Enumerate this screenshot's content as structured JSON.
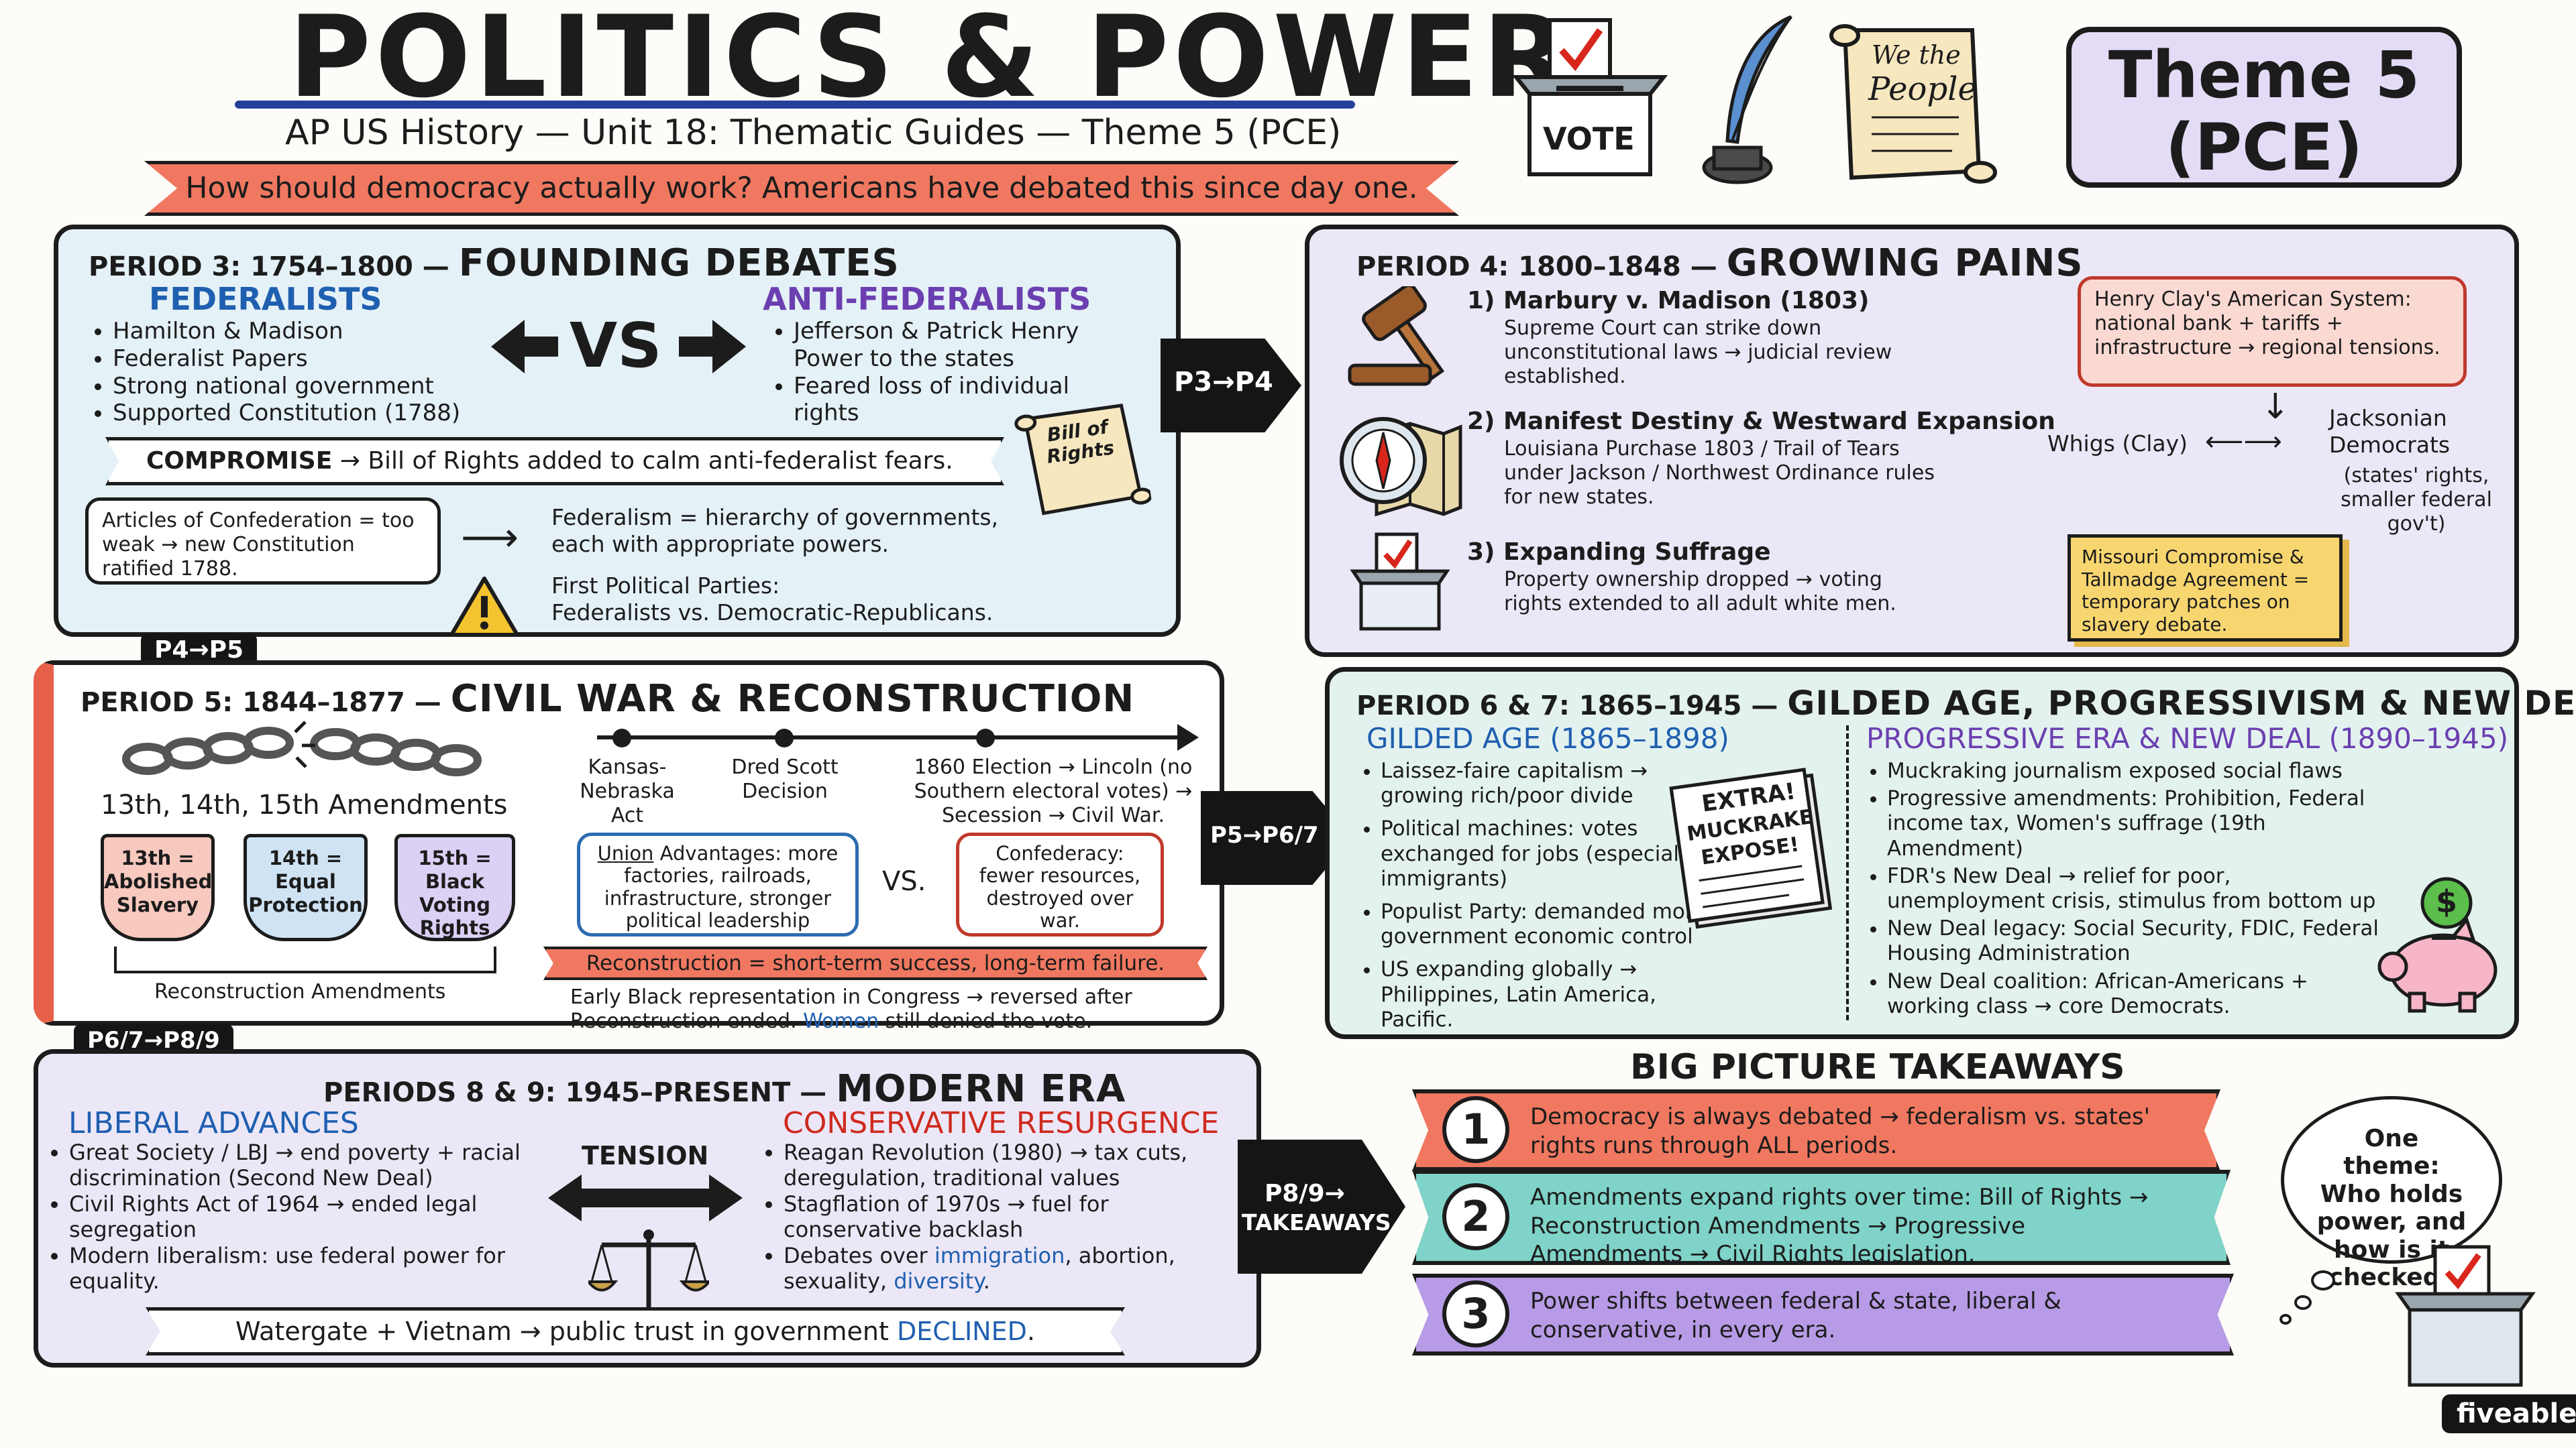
{
  "header": {
    "title": "POLITICS & POWER",
    "subtitle": "AP US History — Unit 18: Thematic Guides — Theme 5 (PCE)",
    "question": "How should democracy actually work? Americans have debated this since day one.",
    "theme_badge_line1": "Theme 5",
    "theme_badge_line2": "(PCE)",
    "vote_label": "VOTE",
    "scroll_line1": "We the",
    "scroll_line2": "People"
  },
  "p3": {
    "label": "PERIOD 3: 1754–1800 —",
    "title": "FOUNDING DEBATES",
    "fed_heading": "FEDERALISTS",
    "fed_items": [
      "Hamilton & Madison",
      "Federalist Papers",
      "Strong national government",
      "Supported Constitution (1788)"
    ],
    "vs": "VS",
    "anti_heading": "ANTI-FEDERALISTS",
    "anti_items": [
      "Jefferson & Patrick Henry Power to the states",
      "Feared loss of individual rights"
    ],
    "bill_scroll": "Bill of Rights",
    "compromise_label": "COMPROMISE",
    "compromise_text": "→ Bill of Rights added to calm anti-federalist fears.",
    "articles": "Articles of Confederation = too weak → new Constitution ratified 1788.",
    "arrow": "⟶",
    "federalism": "Federalism = hierarchy of governments, each with appropriate powers.",
    "parties_title": "First Political Parties:",
    "parties_text": "Federalists vs. Democratic-Republicans."
  },
  "connectors": {
    "p3p4": "P3→P4",
    "p4p5": "P4→P5",
    "p5p67": "P5→P6/7",
    "p67p89": "P6/7→P8/9",
    "p89_line1": "P8/9→",
    "p89_line2": "TAKEAWAYS"
  },
  "p4": {
    "label": "PERIOD 4: 1800–1848 —",
    "title": "GROWING PAINS",
    "item1_title": "1) Marbury v. Madison (1803)",
    "item1_text": "Supreme Court can strike down unconstitutional laws → judicial review established.",
    "item2_title": "2) Manifest Destiny & Westward Expansion",
    "item2_text": "Louisiana Purchase 1803 / Trail of Tears under Jackson / Northwest Ordinance rules for new states.",
    "item3_title": "3) Expanding Suffrage",
    "item3_text": "Property ownership dropped → voting rights extended to all adult white men.",
    "clay_box": "Henry Clay's American System: national bank + tariffs + infrastructure → regional tensions.",
    "whigs": "Whigs (Clay)",
    "two_way_arrow": "⟵⟶",
    "down_arrow": "↓",
    "jackson_title": "Jacksonian Democrats",
    "jackson_text": "(states' rights, smaller federal gov't)",
    "missouri": "Missouri Compromise & Tallmadge Agreement = temporary patches on slavery debate."
  },
  "p5": {
    "label": "PERIOD 5: 1844–1877 —",
    "title": "CIVIL WAR & RECONSTRUCTION",
    "amendments_title": "13th, 14th, 15th Amendments",
    "shield1": "13th = Abolished Slavery",
    "shield2": "14th = Equal Protection",
    "shield3": "15th = Black Voting Rights",
    "recon_amend": "Reconstruction Amendments",
    "timeline": [
      "Kansas-Nebraska Act",
      "Dred Scott Decision",
      "1860 Election → Lincoln (no Southern electoral votes) → Secession → Civil War."
    ],
    "union_label": "Union",
    "union_text": "Advantages: more factories, railroads, infrastructure, stronger political leadership",
    "vs": "VS.",
    "confed": "Confederacy: fewer resources, destroyed over war.",
    "recon_ribbon": "Reconstruction = short-term success, long-term failure.",
    "recon_note_a": "Early Black representation in Congress → reversed after Reconstruction ended.",
    "recon_note_women": "Women",
    "recon_note_b": "still denied the vote."
  },
  "p67": {
    "label": "PERIOD 6 & 7: 1865–1945 —",
    "title": "GILDED AGE, PROGRESSIVISM & NEW DEAL",
    "gilded_heading": "GILDED AGE (1865–1898)",
    "gilded_items": [
      "Laissez-faire capitalism → growing rich/poor divide",
      "Political machines: votes exchanged for jobs (especially immigrants)",
      "Populist Party: demanded more government economic control",
      "US expanding globally → Philippines, Latin America, Pacific."
    ],
    "newspaper_line1": "EXTRA!",
    "newspaper_line2": "MUCKRAKE",
    "newspaper_line3": "EXPOSE!",
    "prog_heading": "PROGRESSIVE ERA & NEW DEAL (1890–1945)",
    "prog_items": [
      "Muckraking journalism exposed social flaws",
      "Progressive amendments: Prohibition, Federal income tax, Women's suffrage (19th Amendment)",
      "FDR's New Deal → relief for poor, unemployment crisis, stimulus from bottom up",
      "New Deal legacy: Social Security, FDIC, Federal Housing Administration",
      "New Deal coalition: African-Americans + working class → core Democrats."
    ],
    "coin": "$"
  },
  "p89": {
    "label": "PERIODS 8 & 9: 1945–PRESENT —",
    "title": "MODERN ERA",
    "lib_heading": "LIBERAL ADVANCES",
    "lib_items": [
      "Great Society / LBJ → end poverty + racial discrimination (Second New Deal)",
      "Civil Rights Act of 1964 → ended legal segregation",
      "Modern liberalism: use federal power for equality."
    ],
    "tension": "TENSION",
    "con_heading": "CONSERVATIVE RESURGENCE",
    "con_items": [
      "Reagan Revolution (1980) → tax cuts, deregulation, traditional values",
      "Stagflation of 1970s → fuel for conservative backlash"
    ],
    "con_item3_a": "Debates over",
    "con_item3_imm": "immigration",
    "con_item3_b": ", abortion, sexuality,",
    "con_item3_div": "diversity",
    "con_item3_c": ".",
    "watergate_a": "Watergate + Vietnam → public trust in government",
    "watergate_b": "DECLINED",
    "watergate_c": "."
  },
  "takeaways": {
    "title": "BIG PICTURE TAKEAWAYS",
    "items": [
      {
        "num": "1",
        "text": "Democracy is always debated → federalism vs. states' rights runs through ALL periods."
      },
      {
        "num": "2",
        "text": "Amendments expand rights over time: Bill of Rights → Reconstruction Amendments → Progressive Amendments → Civil Rights legislation."
      },
      {
        "num": "3",
        "text": "Power shifts between federal & state, liberal & conservative, in every era."
      }
    ],
    "bubble": "One theme: Who holds power, and how is it checked?",
    "brand": "fiveable"
  },
  "colors": {
    "ribbon_red": "#f07860",
    "blue_heading": "#1f5fb0",
    "purple_heading": "#6b3fb0",
    "red_heading": "#cf2a1f",
    "panel_blue": "#e4f1f6",
    "panel_lavender": "#ece7f7",
    "panel_mint": "#e3f2ef",
    "takeaway_teal": "#7fd3c8",
    "takeaway_purple": "#b79be6",
    "note_yellow": "#f7d670"
  }
}
